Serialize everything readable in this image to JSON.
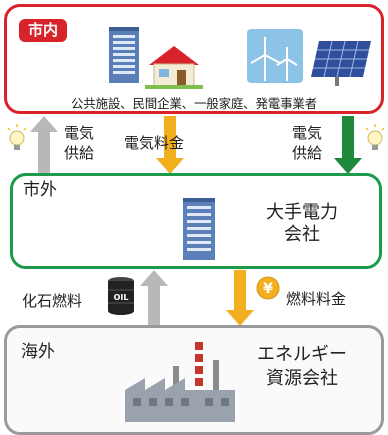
{
  "city": {
    "tag": "市内",
    "caption": "公共施設、民間企業、一般家庭、発電事業者",
    "icons": [
      "office-building-icon",
      "house-icon",
      "wind-turbine-icon",
      "solar-panel-icon"
    ]
  },
  "outside": {
    "label": "市外",
    "company_line1": "大手電力",
    "company_line2": "会社",
    "icons": [
      "office-building-icon"
    ]
  },
  "overseas": {
    "label": "海外",
    "company_line1": "エネルギー",
    "company_line2": "資源会社",
    "icons": [
      "factory-icon"
    ]
  },
  "flows": {
    "supply_left_line1": "電気",
    "supply_left_line2": "供給",
    "electricity_fee": "電気料金",
    "supply_right_line1": "電気",
    "supply_right_line2": "供給",
    "fossil_fuel": "化石燃料",
    "fuel_fee": "燃料料金",
    "oil_label": "OIL",
    "yen_label": "¥"
  },
  "colors": {
    "city_border": "#d8232a",
    "outside_border": "#1e9a4b",
    "overseas_border": "#9a9a9a",
    "gray_arrow": "#b8b8b8",
    "orange_arrow": "#f2b01e",
    "green_arrow": "#1c8a3a"
  }
}
